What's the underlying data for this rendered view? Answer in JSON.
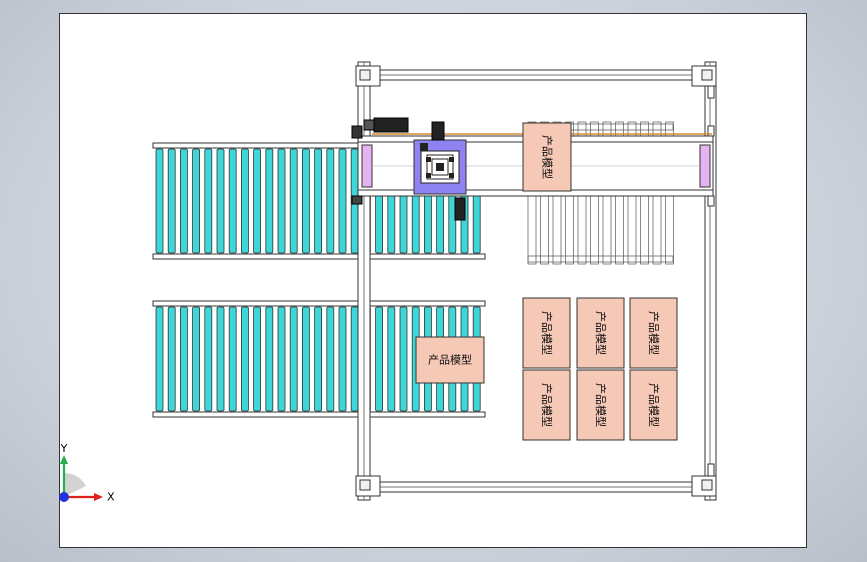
{
  "drawing": {
    "product_label": "产品模型",
    "loose_product_label": "产品模型",
    "pallet_grid_labels": [
      "产品模型",
      "产品模型",
      "产品模型",
      "产品模型",
      "产品模型",
      "产品模型"
    ],
    "gripper_product_label": "产品模型",
    "upper_conveyor_rollers": 27,
    "lower_conveyor_rollers": 27,
    "empty_pallet_slats": 12
  },
  "triad": {
    "x_label": "X",
    "y_label": "Y",
    "x_color": "#e0201c",
    "y_color": "#22b04a",
    "origin_color": "#2233dd"
  },
  "colors": {
    "roller": "#3fd6d8",
    "product": "#f6c8b6",
    "carriage": "#8e83f0",
    "beam_accent": "#e6b3f2",
    "cable": "#d98a2f"
  }
}
